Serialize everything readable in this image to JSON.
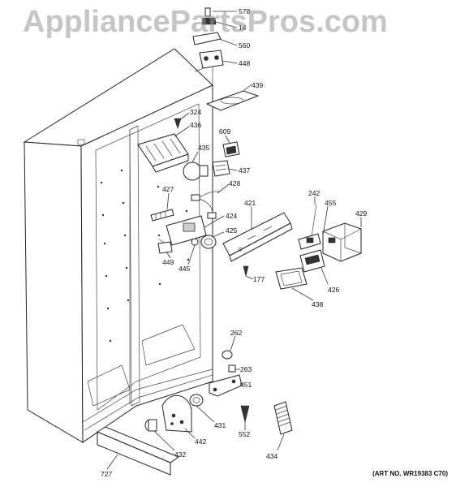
{
  "watermark": "AppliancePartsPros.com",
  "art_number": "(ART NO. WR19383 C70)",
  "callouts": {
    "c578": "578",
    "c14": "14",
    "c560": "560",
    "c448": "448",
    "c439": "439",
    "c324": "324",
    "c436": "436",
    "c609": "609",
    "c435": "435",
    "c437": "437",
    "c427": "427",
    "c428": "428",
    "c421": "421",
    "c242": "242",
    "c455": "455",
    "c429": "429",
    "c424": "424",
    "c425": "425",
    "c449": "449",
    "c445": "445",
    "c177": "177",
    "c426": "426",
    "c438": "438",
    "c262": "262",
    "c263": "263",
    "c451": "451",
    "c431": "431",
    "c442": "442",
    "c552": "552",
    "c432": "432",
    "c434": "434",
    "c727": "727"
  }
}
